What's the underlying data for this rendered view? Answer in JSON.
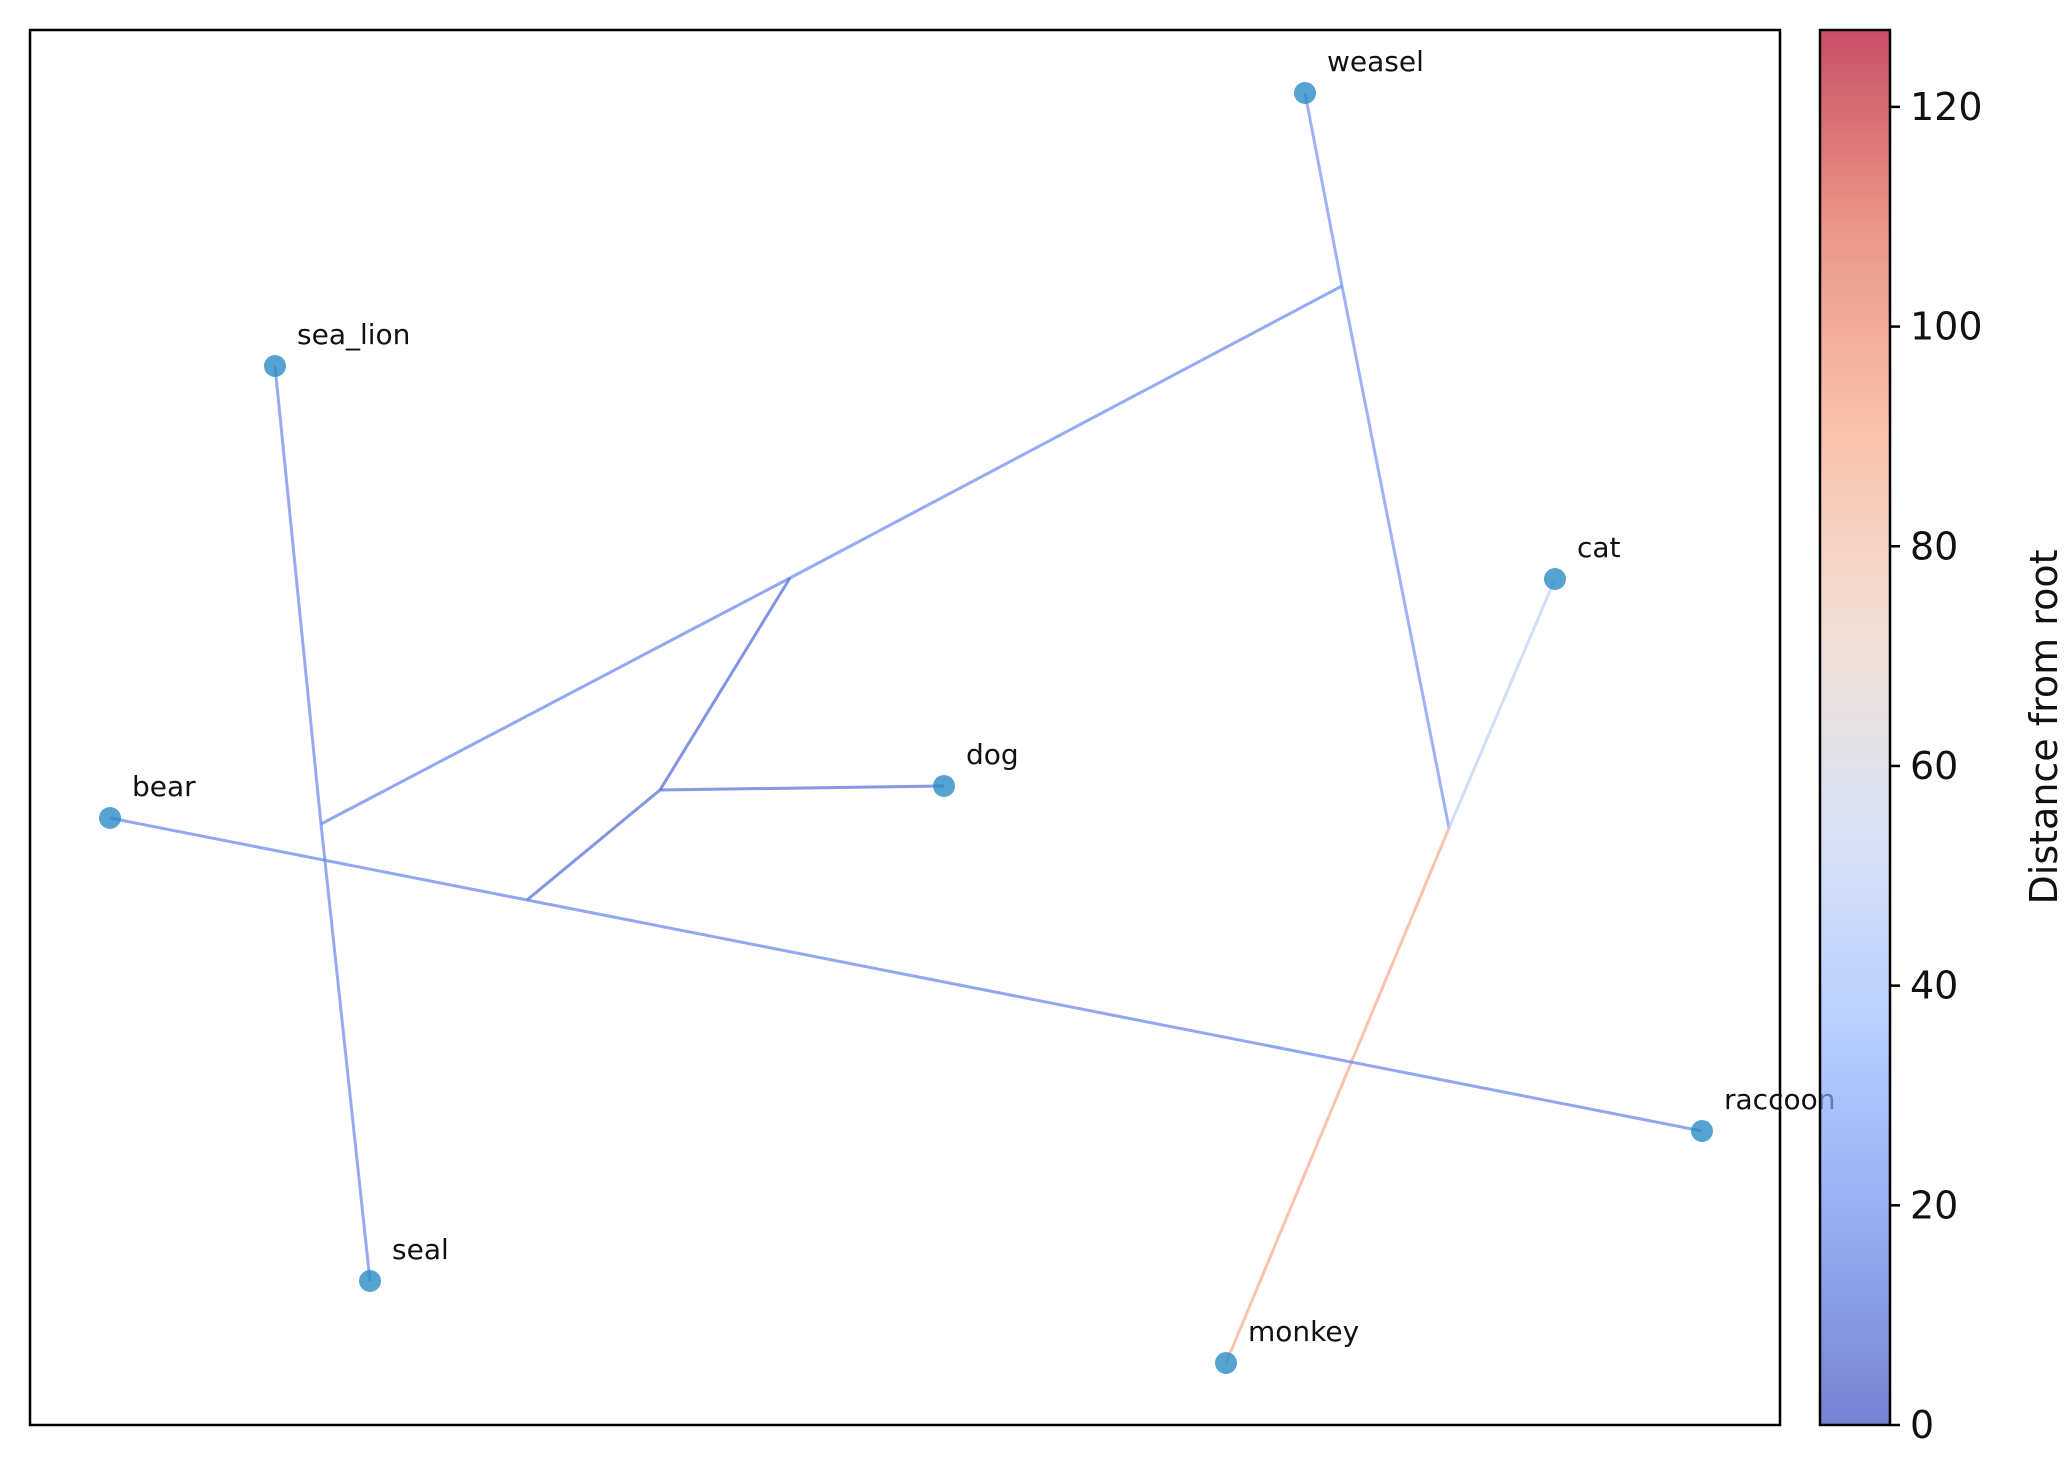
{
  "colorbar": {
    "label": "Distance from root",
    "min": 0,
    "max": 127,
    "ticks": [
      "0",
      "20",
      "40",
      "60",
      "80",
      "100",
      "120"
    ],
    "colormap": [
      "#3b4cc0",
      "#6788ee",
      "#9abbff",
      "#c9d7f0",
      "#edd1c2",
      "#f7a889",
      "#e26952",
      "#b40426"
    ],
    "alpha": 0.7
  },
  "tree": {
    "leaf_color": "#2b8cc4",
    "leaves": [
      {
        "id": "weasel",
        "label": "weasel"
      },
      {
        "id": "sea_lion",
        "label": "sea_lion"
      },
      {
        "id": "cat",
        "label": "cat"
      },
      {
        "id": "dog",
        "label": "dog"
      },
      {
        "id": "bear",
        "label": "bear"
      },
      {
        "id": "raccoon",
        "label": "raccoon"
      },
      {
        "id": "seal",
        "label": "seal"
      },
      {
        "id": "monkey",
        "label": "monkey"
      }
    ],
    "edges": [
      {
        "from": "n_left",
        "to": "sea_lion",
        "dist": 18
      },
      {
        "from": "n_left",
        "to": "seal",
        "dist": 18
      },
      {
        "from": "n_left",
        "to": "n_upper",
        "dist": 16
      },
      {
        "from": "n_upper",
        "to": "n_weasel",
        "dist": 18
      },
      {
        "from": "n_weasel",
        "to": "weasel",
        "dist": 22
      },
      {
        "from": "n_weasel",
        "to": "n_cm",
        "dist": 22
      },
      {
        "from": "n_cm",
        "to": "cat",
        "dist": 50
      },
      {
        "from": "n_cm",
        "to": "monkey",
        "dist": 90
      },
      {
        "from": "n_upper",
        "to": "n_dog",
        "dist": 8
      },
      {
        "from": "n_dog",
        "to": "n_bear",
        "dist": 8
      },
      {
        "from": "n_dog",
        "to": "dog",
        "dist": 10
      },
      {
        "from": "n_bear",
        "to": "bear",
        "dist": 16
      },
      {
        "from": "n_bear",
        "to": "raccoon",
        "dist": 16
      }
    ]
  }
}
